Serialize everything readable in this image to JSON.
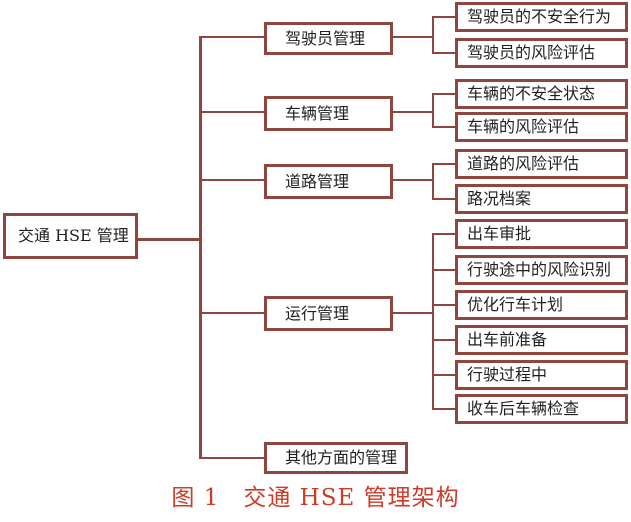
{
  "figure": {
    "root": "交通 HSE 管理",
    "branches": [
      {
        "label": "驾驶员管理",
        "children": [
          "驾驶员的不安全行为",
          "驾驶员的风险评估"
        ]
      },
      {
        "label": "车辆管理",
        "children": [
          "车辆的不安全状态",
          "车辆的风险评估"
        ]
      },
      {
        "label": "道路管理",
        "children": [
          "道路的风险评估",
          "路况档案"
        ]
      },
      {
        "label": "运行管理",
        "children": [
          "出车审批",
          "行驶途中的风险识别",
          "优化行车计划",
          "出车前准备",
          "行驶过程中",
          "收车后车辆检查"
        ]
      },
      {
        "label": "其他方面的管理",
        "children": []
      }
    ],
    "caption": "图 1　交通 HSE 管理架构",
    "colors": {
      "connector": "#8E463E",
      "node_text": "#1F1F1F",
      "caption": "#CE3B28",
      "background": "#FFFFFF"
    }
  }
}
